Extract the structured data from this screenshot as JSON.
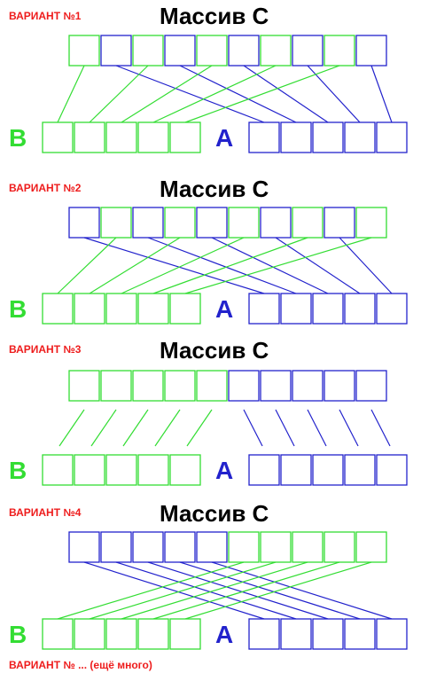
{
  "colors": {
    "green": "#33dd33",
    "blue": "#2222cc",
    "red": "#ee1c1c",
    "green_text": "#33dd33"
  },
  "variants": [
    {
      "label": "ВАРИАНТ  №1",
      "title": "Массив С",
      "array_c": [
        "green",
        "blue",
        "green",
        "blue",
        "green",
        "blue",
        "green",
        "blue",
        "green",
        "blue"
      ],
      "b_label": "B",
      "a_label": "A",
      "b_cells": 5,
      "a_cells": 5
    },
    {
      "label": "ВАРИАНТ  №2",
      "title": "Массив С",
      "array_c": [
        "blue",
        "green",
        "blue",
        "green",
        "blue",
        "green",
        "blue",
        "green",
        "blue",
        "green"
      ],
      "b_label": "B",
      "a_label": "A",
      "b_cells": 5,
      "a_cells": 5
    },
    {
      "label": "ВАРИАНТ  №3",
      "title": "Массив С",
      "array_c": [
        "green",
        "green",
        "green",
        "green",
        "green",
        "blue",
        "blue",
        "blue",
        "blue",
        "blue"
      ],
      "b_label": "B",
      "a_label": "A",
      "b_cells": 5,
      "a_cells": 5
    },
    {
      "label": "ВАРИАНТ  №4",
      "title": "Массив С",
      "array_c": [
        "blue",
        "blue",
        "blue",
        "blue",
        "blue",
        "green",
        "green",
        "green",
        "green",
        "green"
      ],
      "b_label": "B",
      "a_label": "A",
      "b_cells": 5,
      "a_cells": 5
    }
  ],
  "footer": "ВАРИАНТ № ...  (ещё много)"
}
